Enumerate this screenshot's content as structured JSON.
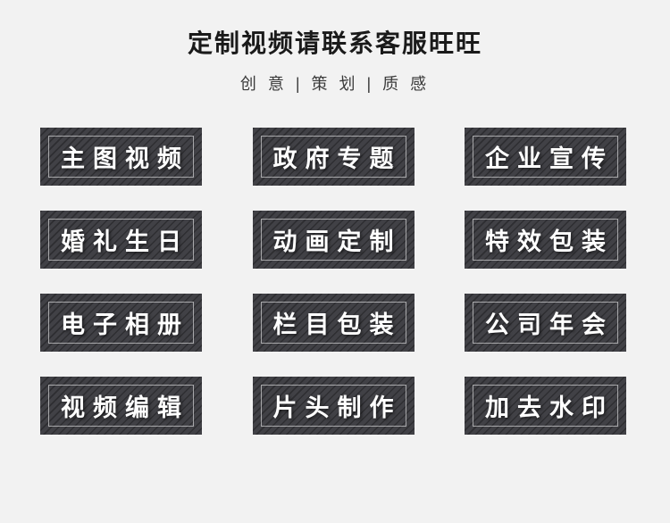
{
  "page": {
    "background_color": "#f2f2f2"
  },
  "header": {
    "title": "定制视频请联系客服旺旺",
    "subtitle": "创 意 | 策 划 | 质 感"
  },
  "services": {
    "items": [
      "主图视频",
      "政府专题",
      "企业宣传",
      "婚礼生日",
      "动画定制",
      "特效包装",
      "电子相册",
      "栏目包装",
      "公司年会",
      "视频编辑",
      "片头制作",
      "加去水印"
    ]
  },
  "colors": {
    "tile_background": "#3d3d42",
    "tile_stripe": "#33333a",
    "tile_inner_border": "#c0c0c0",
    "tile_text": "#ffffff",
    "title_text": "#1a1a1a",
    "subtitle_text": "#3a3a3a"
  }
}
